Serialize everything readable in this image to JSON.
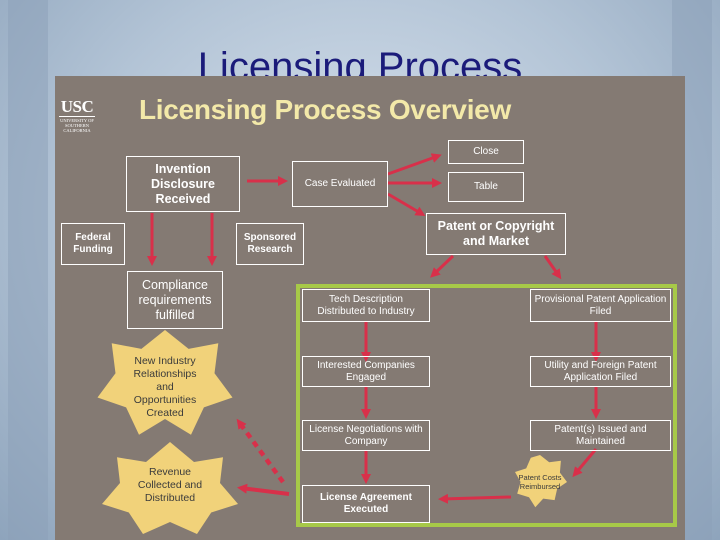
{
  "slide_title": "Licensing Process",
  "logo": {
    "main": "USC",
    "sub": "UNIVERSITY OF SOUTHERN CALIFORNIA"
  },
  "diagram": {
    "heading": "Licensing Process Overview",
    "nodes": {
      "invention": "Invention Disclosure Received",
      "federal": "Federal Funding",
      "sponsored": "Sponsored Research",
      "compliance": "Compliance requirements fulfilled",
      "new_industry": "New Industry Relationships and Opportunities Created",
      "revenue": "Revenue Collected and Distributed",
      "case": "Case Evaluated",
      "close": "Close",
      "table": "Table",
      "patent": "Patent or Copyright and Market",
      "tech": "Tech Description Distributed to Industry",
      "interested": "Interested Companies Engaged",
      "negotiations": "License Negotiations with Company",
      "agreement": "License Agreement Executed",
      "provisional": "Provisional Patent Application Filed",
      "utility": "Utility and Foreign Patent Application Filed",
      "issued": "Patent(s) Issued and Maintained",
      "patent_costs": "Patent Costs Reimbursed"
    }
  },
  "colors": {
    "panel": "#847a73",
    "heading": "#f3e9a9",
    "arrow": "#d8304a",
    "star": "#f1d27a",
    "green_frame": "#a7c948",
    "slide_title": "#1b1b7a"
  }
}
